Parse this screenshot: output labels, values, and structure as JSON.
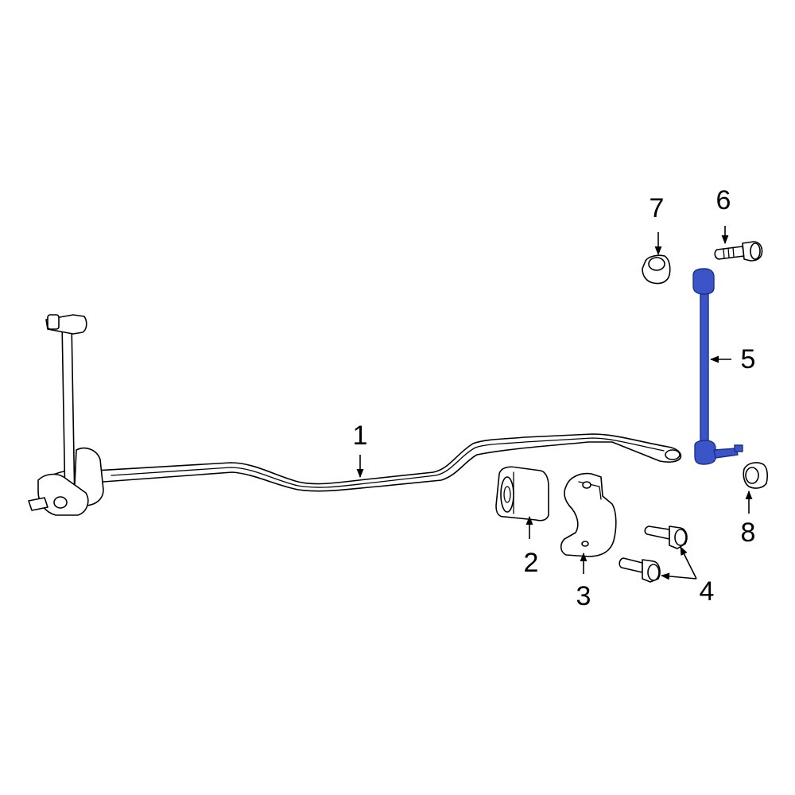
{
  "colors": {
    "highlight": "#3b55c8",
    "line": "#000000",
    "background": "#ffffff"
  },
  "callouts": [
    {
      "id": "1",
      "label": "1"
    },
    {
      "id": "2",
      "label": "2"
    },
    {
      "id": "3",
      "label": "3"
    },
    {
      "id": "4",
      "label": "4"
    },
    {
      "id": "5",
      "label": "5"
    },
    {
      "id": "6",
      "label": "6"
    },
    {
      "id": "7",
      "label": "7"
    },
    {
      "id": "8",
      "label": "8"
    }
  ]
}
